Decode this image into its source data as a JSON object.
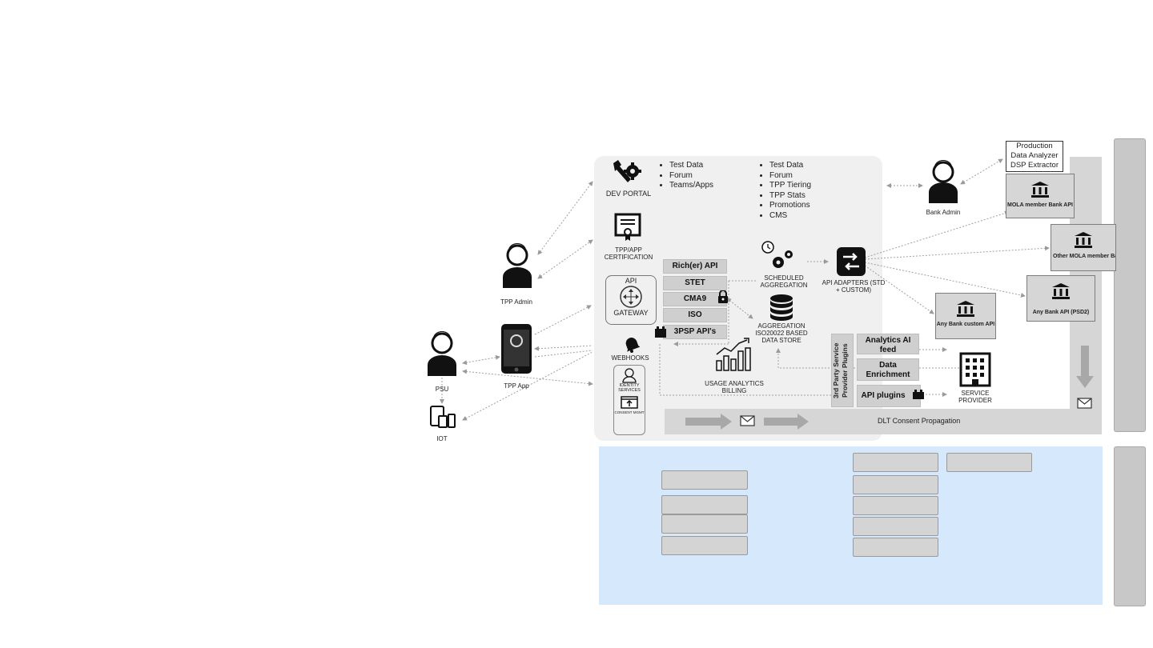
{
  "diagram": {
    "dev_portal": {
      "label": "DEV PORTAL",
      "list1": [
        "Test Data",
        "Forum",
        "Teams/Apps"
      ],
      "list2": [
        "Test Data",
        "Forum",
        "TPP Tiering",
        "TPP Stats",
        "Promotions",
        "CMS"
      ]
    },
    "certification": {
      "label": "TPP/APP CERTIFICATION"
    },
    "gateway": {
      "top": "API",
      "bottom": "GATEWAY"
    },
    "apis": [
      "Rich(er) API",
      "STET",
      "CMA9",
      "ISO",
      "3PSP API's"
    ],
    "webhooks": "WEBHOOKS",
    "identity": "IDENTITY SERVICES",
    "consent": "CONSENT MGMT",
    "scheduled": "SCHEDULED AGGREGATION",
    "aggregation": "AGGREGATION ISO20022 BASED DATA STORE",
    "analytics": "USAGE ANALYTICS BILLING",
    "adapters": "API ADAPTERS (STD + CUSTOM)",
    "plugins_title": "3rd Party Service Provider Plugins",
    "plugins": [
      "Analytics AI feed",
      "Data Enrichment",
      "API plugins"
    ],
    "service_provider": "SERVICE PROVIDER",
    "bank_admin": "Bank Admin",
    "production_box": [
      "Production",
      "Data Analyzer",
      "DSP Extractor"
    ],
    "banks": [
      "MOLA member Bank API",
      "Other MOLA member Bank API (FAF)",
      "Any Bank API (PSD2)",
      "Any Bank custom API"
    ],
    "dlt": "DLT Consent Propagation",
    "tpp_admin": "TPP Admin",
    "psu": "PSU",
    "tpp_app": "TPP App",
    "iot": "IOT"
  },
  "colors": {
    "panel": "#f0f0f0",
    "blue_area": "#d6e8fb",
    "pill": "#cfcfcf",
    "side_bar": "#c8c8c8"
  }
}
